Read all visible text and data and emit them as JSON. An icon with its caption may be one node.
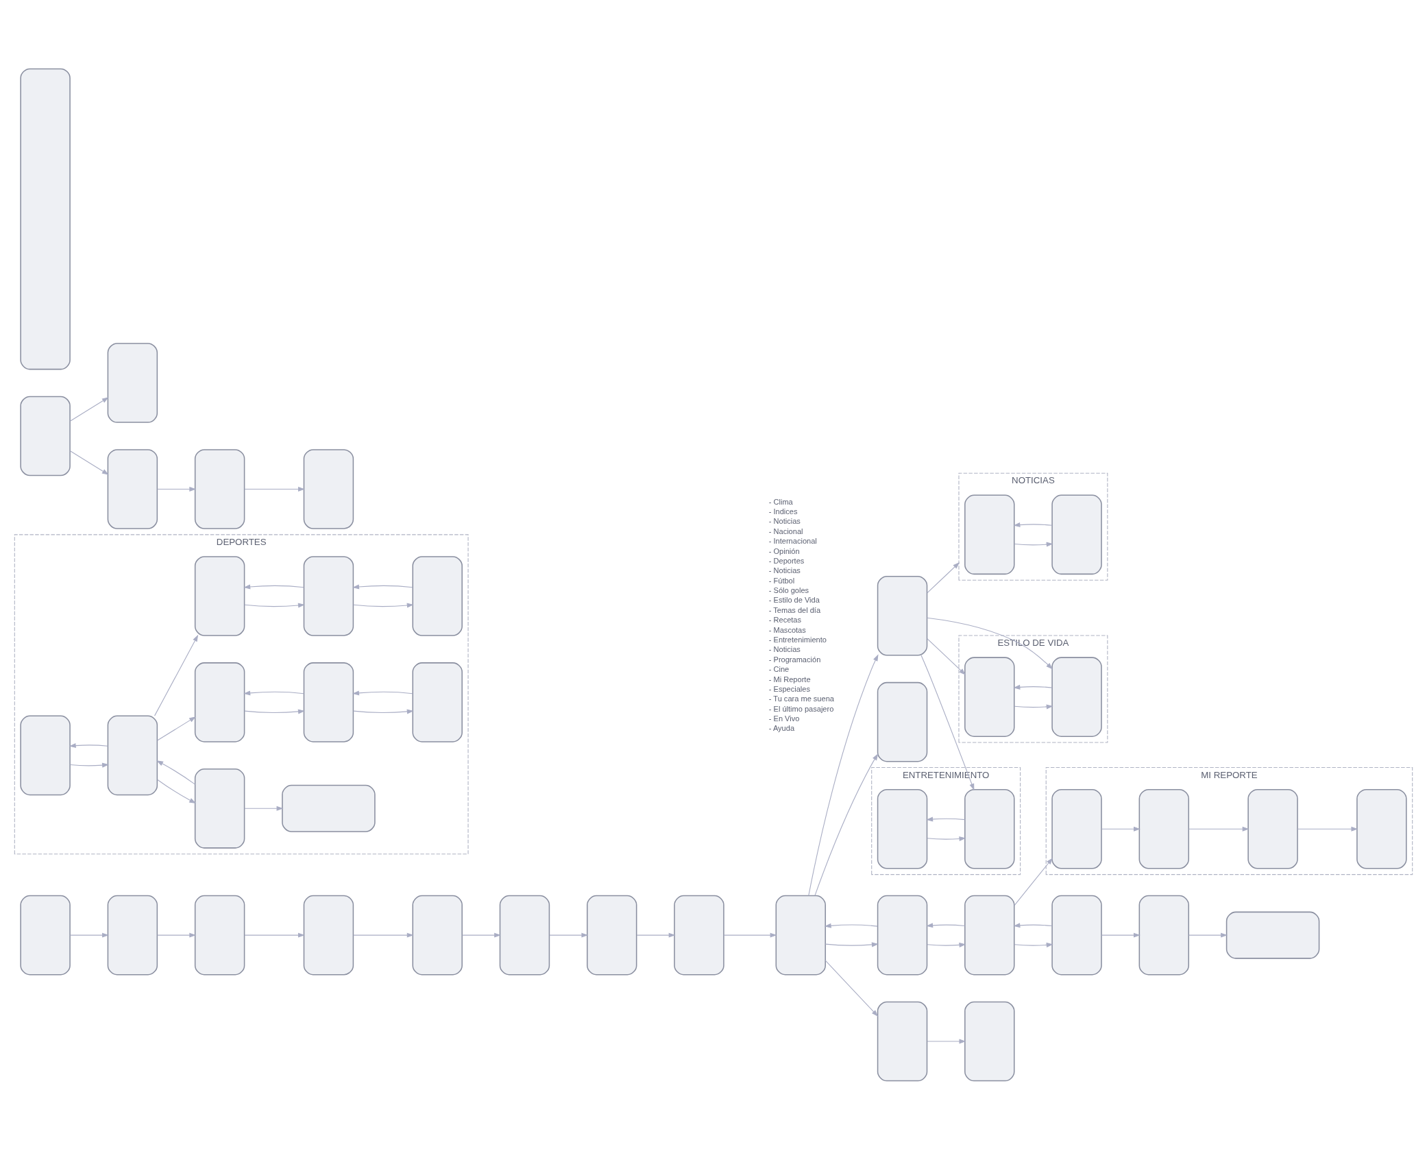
{
  "diagram": {
    "nodes": [
      {
        "text": [],
        "shape": "box"
      },
      {
        "text": [],
        "shape": "box"
      },
      {
        "text": [],
        "shape": "box"
      },
      {
        "text": [],
        "shape": "box"
      },
      {
        "text": [],
        "shape": "box"
      },
      {
        "text": [],
        "shape": "box"
      },
      {
        "text": [],
        "shape": "box"
      },
      {
        "text": [],
        "shape": "box"
      },
      {
        "text": [],
        "shape": "box"
      },
      {
        "text": [],
        "shape": "box"
      },
      {
        "text": [],
        "shape": "box"
      },
      {
        "text": [],
        "shape": "box"
      },
      {
        "text": [],
        "shape": "box"
      },
      {
        "text": [],
        "shape": "box"
      },
      {
        "text": [],
        "shape": "box"
      },
      {
        "text": [],
        "shape": "box"
      },
      {
        "text": [],
        "shape": "box"
      },
      {
        "text": [],
        "shape": "box"
      },
      {
        "text": [
          "MI REPORTE"
        ]
      },
      {
        "text": [],
        "shape": "box",
        "in": 18
      },
      {
        "text": [],
        "shape": "box",
        "in": 18
      },
      {
        "text": [],
        "shape": "box",
        "in": 18
      },
      {
        "text": [],
        "shape": "box",
        "in": 18
      },
      {
        "text": [
          "NOTICIAS"
        ]
      },
      {
        "text": [],
        "shape": "box",
        "in": 23
      },
      {
        "text": [],
        "shape": "box",
        "in": 23
      },
      {
        "text": [
          "ENTRETENIMIENTO"
        ]
      },
      {
        "text": [],
        "shape": "box",
        "in": 26
      },
      {
        "text": [],
        "shape": "box",
        "in": 26
      },
      {
        "text": [
          "ESTILO DE VIDA"
        ]
      },
      {
        "text": [],
        "shape": "box",
        "in": 29
      },
      {
        "text": [],
        "shape": "box",
        "in": 29
      },
      {
        "text": [
          "DEPORTES"
        ]
      },
      {
        "text": [],
        "shape": "box",
        "in": 32
      },
      {
        "text": [],
        "shape": "box",
        "in": 32
      },
      {
        "text": [],
        "shape": "box",
        "in": 32
      },
      {
        "text": [],
        "shape": "box",
        "in": 32
      },
      {
        "text": [],
        "shape": "box",
        "in": 32
      },
      {
        "text": [],
        "shape": "box",
        "in": 32
      },
      {
        "text": [],
        "shape": "box",
        "in": 32
      },
      {
        "text": [],
        "shape": "box",
        "in": 32
      },
      {
        "text": [],
        "shape": "box",
        "in": 32
      },
      {
        "text": [],
        "shape": "box",
        "in": 32
      },
      {
        "text": [],
        "shape": "box"
      },
      {
        "text": [],
        "shape": "box"
      },
      {
        "text": [],
        "shape": "box"
      },
      {
        "text": [],
        "shape": "box"
      },
      {
        "text": [],
        "shape": "box"
      },
      {
        "text": [],
        "shape": "box"
      }
    ],
    "edges": [
      {
        "from": 0,
        "to": 1,
        "arrow": "to"
      },
      {
        "from": 1,
        "to": 2,
        "arrow": "to"
      },
      {
        "from": 2,
        "to": 3,
        "arrow": "to"
      },
      {
        "from": 3,
        "to": 4,
        "arrow": "to"
      },
      {
        "from": 4,
        "to": 5,
        "arrow": "to"
      },
      {
        "from": 5,
        "to": 6,
        "arrow": "to"
      },
      {
        "from": 6,
        "to": 7,
        "arrow": "to"
      },
      {
        "from": 7,
        "to": 8,
        "arrow": "to"
      },
      {
        "from": 9,
        "to": 8,
        "arrow": "to"
      },
      {
        "from": 8,
        "to": 9,
        "arrow": "to"
      },
      {
        "from": 10,
        "to": 9,
        "arrow": "to"
      },
      {
        "from": 9,
        "to": 10,
        "arrow": "to"
      },
      {
        "from": 11,
        "to": 10,
        "arrow": "to"
      },
      {
        "from": 10,
        "to": 11,
        "arrow": "to"
      },
      {
        "from": 11,
        "to": 12,
        "arrow": "to"
      },
      {
        "from": 12,
        "to": 13,
        "arrow": "to"
      },
      {
        "from": 8,
        "to": 14,
        "arrow": "to"
      },
      {
        "from": 8,
        "to": 15,
        "arrow": "to"
      },
      {
        "from": 8,
        "to": 17,
        "arrow": "to"
      },
      {
        "from": 15,
        "to": 16,
        "arrow": "to"
      },
      {
        "from": 10,
        "to": 19,
        "arrow": "to"
      },
      {
        "from": 19,
        "to": 20,
        "arrow": "to"
      },
      {
        "from": 20,
        "to": 21,
        "arrow": "to"
      },
      {
        "from": 21,
        "to": 22,
        "arrow": "to"
      },
      {
        "from": 14,
        "to": 23,
        "arrow": "to"
      },
      {
        "from": 14,
        "to": 28,
        "arrow": "to"
      },
      {
        "from": 14,
        "to": 30,
        "arrow": "to"
      },
      {
        "from": 14,
        "to": 31,
        "arrow": "to"
      },
      {
        "from": 24,
        "to": 25,
        "arrow": "to"
      },
      {
        "from": 25,
        "to": 24,
        "arrow": "to"
      },
      {
        "from": 27,
        "to": 28,
        "arrow": "to"
      },
      {
        "from": 28,
        "to": 27,
        "arrow": "to"
      },
      {
        "from": 30,
        "to": 31,
        "arrow": "to"
      },
      {
        "from": 31,
        "to": 30,
        "arrow": "to"
      },
      {
        "from": 33,
        "to": 34,
        "arrow": "to"
      },
      {
        "from": 34,
        "to": 33,
        "arrow": "to"
      },
      {
        "from": 34,
        "to": 35,
        "arrow": "to"
      },
      {
        "from": 35,
        "to": 34,
        "arrow": "to"
      },
      {
        "from": 35,
        "to": 36,
        "arrow": "to"
      },
      {
        "from": 34,
        "to": 37,
        "arrow": "to"
      },
      {
        "from": 34,
        "to": 40,
        "arrow": "to"
      },
      {
        "from": 37,
        "to": 38,
        "arrow": "to"
      },
      {
        "from": 38,
        "to": 37,
        "arrow": "to"
      },
      {
        "from": 38,
        "to": 39,
        "arrow": "to"
      },
      {
        "from": 39,
        "to": 38,
        "arrow": "to"
      },
      {
        "from": 40,
        "to": 41,
        "arrow": "to"
      },
      {
        "from": 41,
        "to": 40,
        "arrow": "to"
      },
      {
        "from": 41,
        "to": 42,
        "arrow": "to"
      },
      {
        "from": 42,
        "to": 41,
        "arrow": "to"
      },
      {
        "from": 44,
        "to": 43,
        "arrow": "to"
      },
      {
        "from": 44,
        "to": 45,
        "arrow": "to"
      },
      {
        "from": 45,
        "to": 46,
        "arrow": "to"
      },
      {
        "from": 46,
        "to": 47,
        "arrow": "to"
      }
    ],
    "labels": [
      "- Clima",
      "- Indices",
      "- Noticias",
      "- Nacional",
      "- Internacional",
      "- Opinión",
      "- Deportes",
      "- Noticias",
      "- Fútbol",
      "- Sólo goles",
      "- Estilo de Vida",
      "- Temas del día",
      "- Recetas",
      "- Mascotas",
      "- Entretenimiento",
      "- Noticias",
      "- Programación",
      "- Cine",
      "- Mi Reporte",
      "- Especiales",
      "- Tu cara me suena",
      "- El último pasajero",
      "- En Vivo",
      "- Ayuda"
    ]
  }
}
